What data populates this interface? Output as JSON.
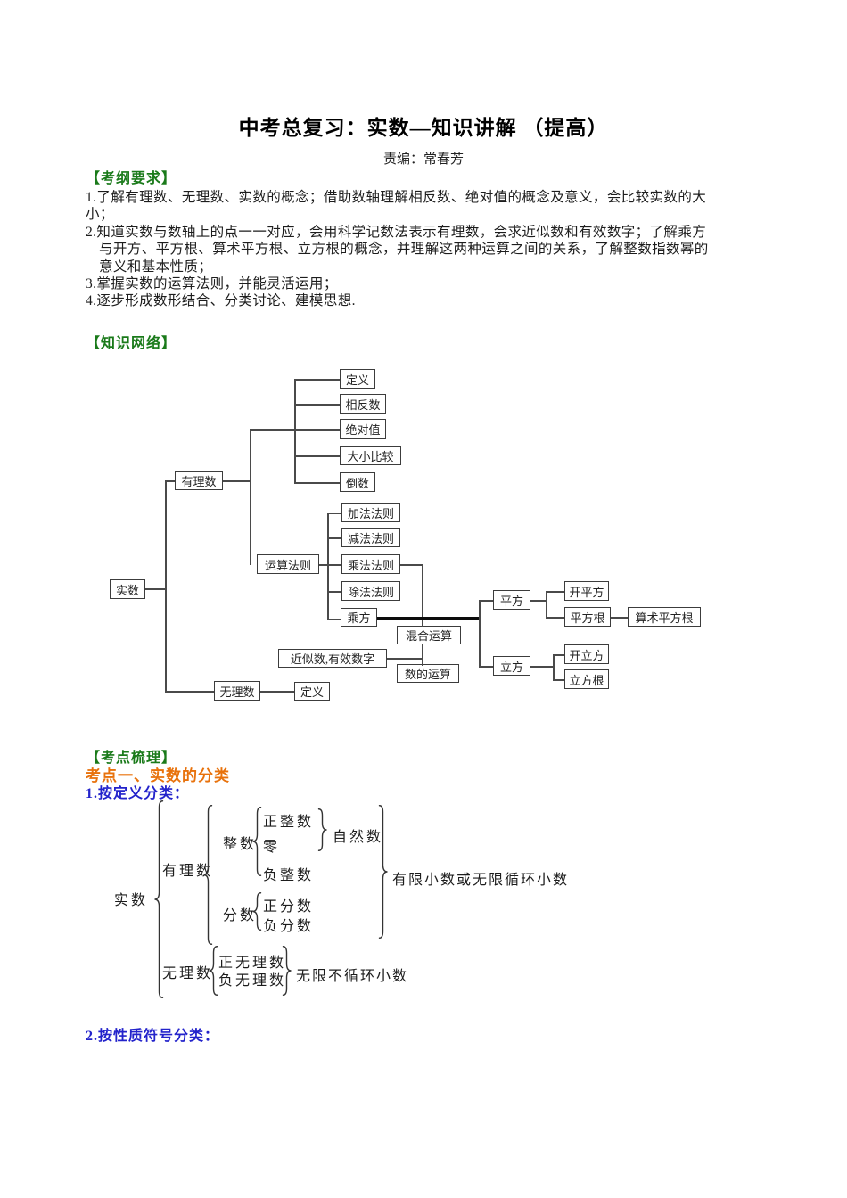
{
  "page": {
    "title": "中考总复习：实数—知识讲解 （提高）",
    "byline": "责编：常春芳"
  },
  "colors": {
    "section_header_green": "#1a7a1a",
    "topic_orange": "#e8720c",
    "item_blue": "#2323cb",
    "text_black": "#1c1c1c"
  },
  "outline": {
    "header": "【考纲要求】",
    "lines": [
      "1.了解有理数、无理数、实数的概念；借助数轴理解相反数、绝对值的概念及意义，会比较实数的大",
      "小；",
      "2.知道实数与数轴上的点一一对应，会用科学记数法表示有理数，会求近似数和有效数字；了解乘方",
      "与开方、平方根、算术平方根、立方根的概念，并理解这两种运算之间的关系，了解整数指数幂的",
      "意义和基本性质；",
      "3.掌握实数的运算法则，并能灵活运用；",
      "4.逐步形成数形结合、分类讨论、建模思想."
    ]
  },
  "network": {
    "header": "【知识网络】",
    "nodes": [
      "实数",
      "有理数",
      "定义",
      "相反数",
      "绝对值",
      "大小比较",
      "倒数",
      "运算法则",
      "加法法则",
      "减法法则",
      "乘法法则",
      "除法法则",
      "乘方",
      "混合运算",
      "近似数,有效数字",
      "数的运算",
      "无理数",
      "定义",
      "平方",
      "开平方",
      "平方根",
      "算术平方根",
      "立方",
      "开立方",
      "立方根"
    ]
  },
  "keypoints": {
    "header": "【考点梳理】",
    "topic": "考点一、实数的分类",
    "by_definition": "1.按定义分类：",
    "by_sign": "2.按性质符号分类："
  },
  "classification": {
    "root": "实数",
    "rational": "有理数",
    "integer": "整数",
    "pos_int": "正整数",
    "zero": "零",
    "natural": "自然数",
    "neg_int": "负整数",
    "fraction": "分数",
    "pos_frac": "正分数",
    "neg_frac": "负分数",
    "rational_note": "有限小数或无限循环小数",
    "irrational": "无理数",
    "pos_irr": "正无理数",
    "neg_irr": "负无理数",
    "irrational_note": "无限不循环小数"
  }
}
